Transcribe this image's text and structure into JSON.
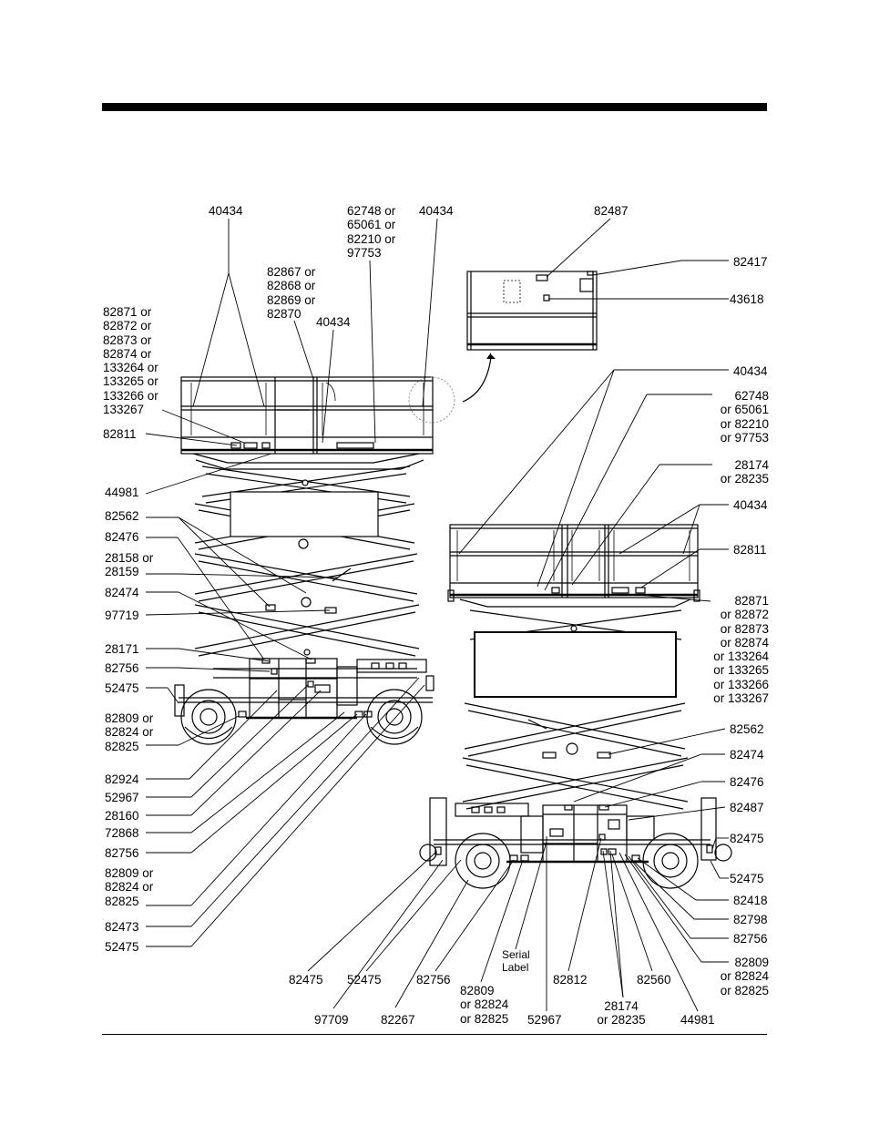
{
  "labels": {
    "l_40434_a": "40434",
    "l_62748_top": "62748 or\n65061 or\n82210 or\n97753",
    "l_40434_b": "40434",
    "l_82487_top": "82487",
    "l_82867": "82867 or\n82868 or\n82869 or\n82870",
    "l_40434_c": "40434",
    "l_82871_left": "82871 or\n82872 or\n82873 or\n82874 or\n133264 or\n133265 or\n133266 or\n133267",
    "l_82417": "82417",
    "l_43618": "43618",
    "l_82811_left": "82811",
    "l_44981_left": "44981",
    "l_82562_left": "82562",
    "l_82476_left": "82476",
    "l_28158": "28158 or\n28159",
    "l_82474_left": "82474",
    "l_97719": "97719",
    "l_28171": "28171",
    "l_82756_left1": "82756",
    "l_52475_left1": "52475",
    "l_82809_left1": "82809 or\n82824 or\n82825",
    "l_82924": "82924",
    "l_52967_left": "52967",
    "l_28160": "28160",
    "l_72868": "72868",
    "l_82756_left2": "82756",
    "l_82809_left2": "82809 or\n82824 or\n82825",
    "l_82473": "82473",
    "l_52475_left2": "52475",
    "l_40434_right1": "40434",
    "l_62748_right": "62748\nor 65061\nor 82210\nor 97753",
    "l_28174_right": "28174\nor 28235",
    "l_40434_right2": "40434",
    "l_82811_right": "82811",
    "l_82871_right": "82871\nor 82872\nor 82873\nor 82874\nor 133264\nor 133265\nor 133266\nor 133267",
    "l_82562_right": "82562",
    "l_82474_right": "82474",
    "l_82476_right": "82476",
    "l_82487_right": "82487",
    "l_82475_right": "82475",
    "l_52475_right": "52475",
    "l_82418": "82418",
    "l_82798": "82798",
    "l_82756_right": "82756",
    "l_82809_right": "82809\nor 82824\nor 82825",
    "l_82475_bottom": "82475",
    "l_52475_bottom": "52475",
    "l_82756_bottom": "82756",
    "l_serial": "Serial\nLabel",
    "l_82812": "82812",
    "l_82560": "82560",
    "l_82809_bottom": "82809\nor 82824\nor 82825",
    "l_97709": "97709",
    "l_82267": "82267",
    "l_52967_bottom": "52967",
    "l_28174_bottom": "28174\nor 28235",
    "l_44981_bottom": "44981"
  }
}
